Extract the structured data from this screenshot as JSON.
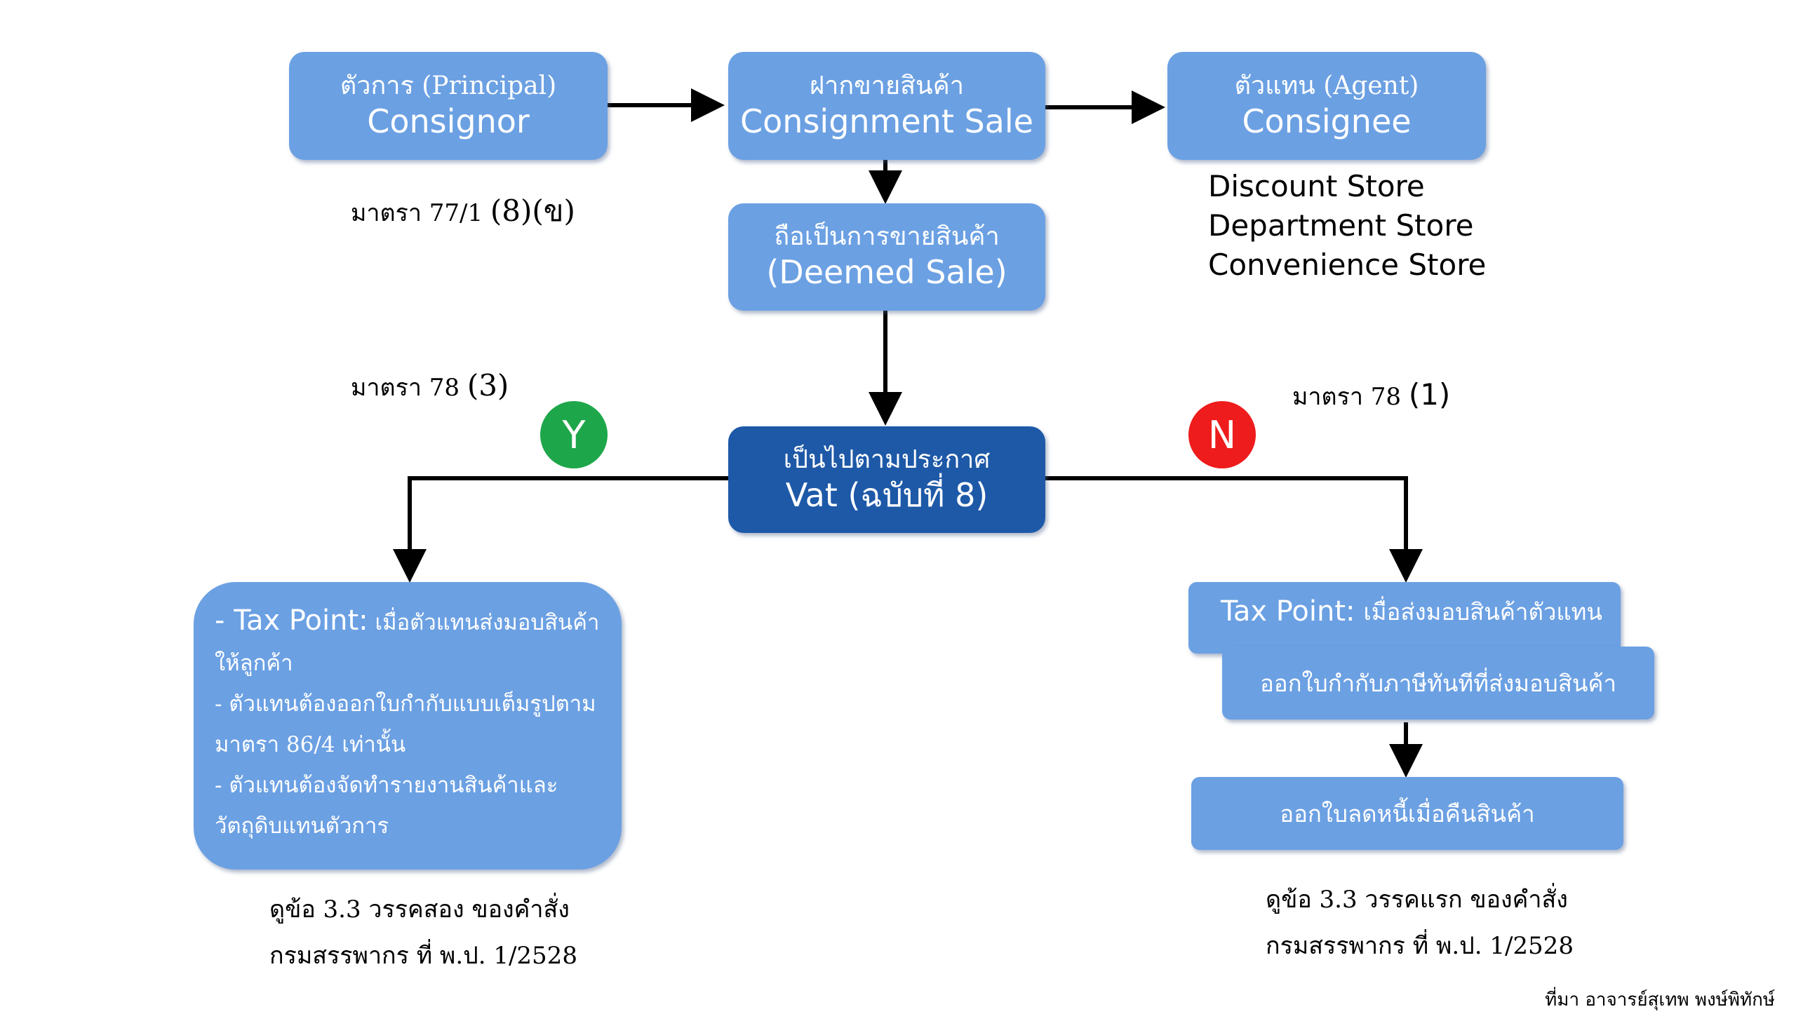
{
  "boxes": {
    "principal": {
      "line1": "ตัวการ (Principal)",
      "line2": "Consignor"
    },
    "consignment": {
      "line1": "ฝากขายสินค้า",
      "line2": "Consignment Sale"
    },
    "agent": {
      "line1": "ตัวแทน (Agent)",
      "line2": "Consignee"
    },
    "deemed": {
      "line1": "ถือเป็นการขายสินค้า",
      "line2": "(Deemed Sale)"
    },
    "vat": {
      "line1": "เป็นไปตามประกาศ",
      "line2": "Vat (ฉบับที่ 8)"
    }
  },
  "notes": {
    "section_77": {
      "text": "มาตรา 77/1",
      "paren": "(8)(ข)"
    },
    "section_78_3": {
      "text": "มาตรา 78",
      "paren": "(3)"
    },
    "section_78_1": {
      "text": "มาตรา 78",
      "paren": "(1)"
    }
  },
  "stores": [
    "Discount Store",
    "Department Store",
    "Convenience Store"
  ],
  "decisions": {
    "yes": "Y",
    "no": "N"
  },
  "colors": {
    "box_light": "#6ba0e3",
    "box_dark": "#1e59a8",
    "yes_green": "#1ea64a",
    "no_red": "#ee1c1c"
  },
  "left_branch": {
    "tax_point_label": "- Tax Point:",
    "tax_point_text": "เมื่อตัวแทนส่งมอบสินค้า",
    "lines": [
      "ให้ลูกค้า",
      "- ตัวแทนต้องออกใบกำกับแบบเต็มรูปตาม",
      "มาตรา 86/4 เท่านั้น",
      "- ตัวแทนต้องจัดทำรายงานสินค้าและ",
      "วัตถุดิบแทนตัวการ"
    ],
    "reference": [
      "ดูข้อ 3.3 วรรคสอง ของคำสั่ง",
      "กรมสรรพากร ที่ พ.ป. 1/2528"
    ]
  },
  "right_branch": {
    "tax_point_label": "Tax Point:",
    "tax_point_text": "เมื่อส่งมอบสินค้าตัวแทน",
    "invoice": "ออกใบกำกับภาษีทันทีที่ส่งมอบสินค้า",
    "debit_note": "ออกใบลดหนี้เมื่อคืนสินค้า",
    "reference": [
      "ดูข้อ 3.3 วรรคแรก ของคำสั่ง",
      "กรมสรรพากร ที่ พ.ป. 1/2528"
    ]
  },
  "credit": "ที่มา อาจารย์สุเทพ พงษ์พิทักษ์"
}
